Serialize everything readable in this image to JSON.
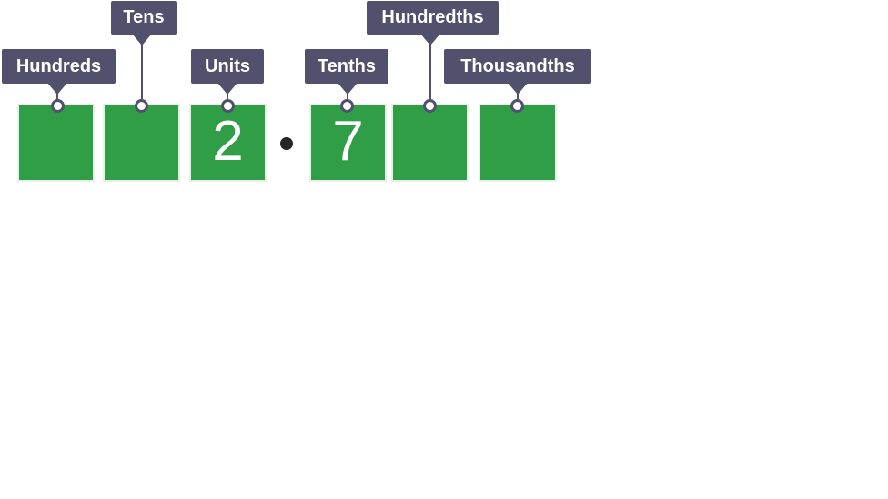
{
  "diagram": {
    "type": "place-value-diagram",
    "number_digits_shown": {
      "units": "2",
      "tenths": "7"
    },
    "decimal_point_glyph": "•",
    "groups": [
      {
        "label": "Hundreds",
        "digit": ""
      },
      {
        "label": "Tens",
        "digit": ""
      },
      {
        "label": "Units",
        "digit": "2"
      },
      {
        "label": "Tenths",
        "digit": "7"
      },
      {
        "label": "Hundredths",
        "digit": ""
      },
      {
        "label": "Thousandths",
        "digit": ""
      }
    ],
    "colors": {
      "label_background": "#51516d",
      "box_green": "#2f9e47",
      "text": "#ffffff",
      "decimal_dot": "#262626",
      "page_background": "#ffffff"
    }
  }
}
